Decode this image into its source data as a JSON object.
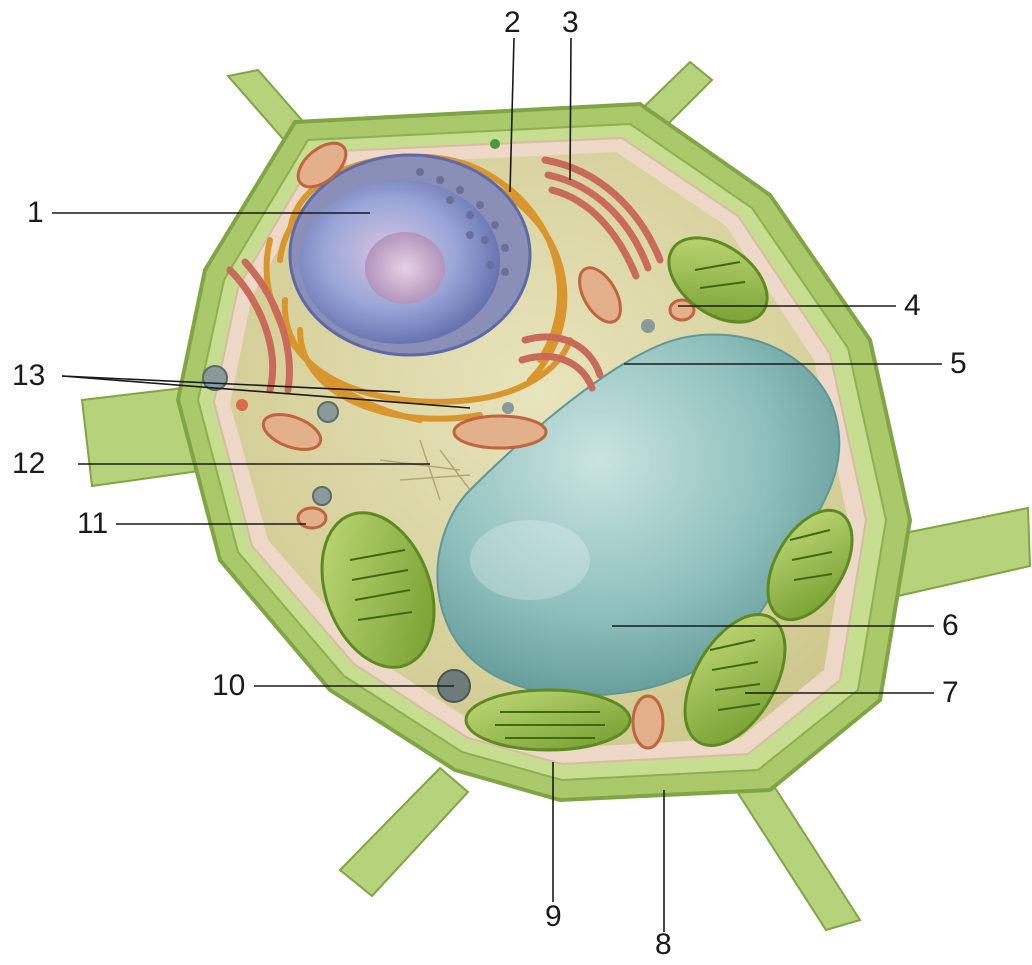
{
  "diagram": {
    "labels": [
      {
        "id": "1",
        "text": "1"
      },
      {
        "id": "2",
        "text": "2"
      },
      {
        "id": "3",
        "text": "3"
      },
      {
        "id": "4",
        "text": "4"
      },
      {
        "id": "5",
        "text": "5"
      },
      {
        "id": "6",
        "text": "6"
      },
      {
        "id": "7",
        "text": "7"
      },
      {
        "id": "8",
        "text": "8"
      },
      {
        "id": "9",
        "text": "9"
      },
      {
        "id": "10",
        "text": "10"
      },
      {
        "id": "11",
        "text": "11"
      },
      {
        "id": "12",
        "text": "12"
      },
      {
        "id": "13",
        "text": "13"
      }
    ],
    "colors": {
      "cell_wall": "#a9c96a",
      "cell_wall_dark": "#7fa544",
      "membrane": "#eed8c8",
      "cytoplasm": "#d9d39b",
      "vacuole": "#8fc0bd",
      "nucleus": "#9aa6d8",
      "nucleolus": "#c8a8c6",
      "golgi": "#c96a5a",
      "er": "#d9962e",
      "chloroplast": "#8fb53a",
      "mitochondrion": "#c0653d"
    }
  }
}
